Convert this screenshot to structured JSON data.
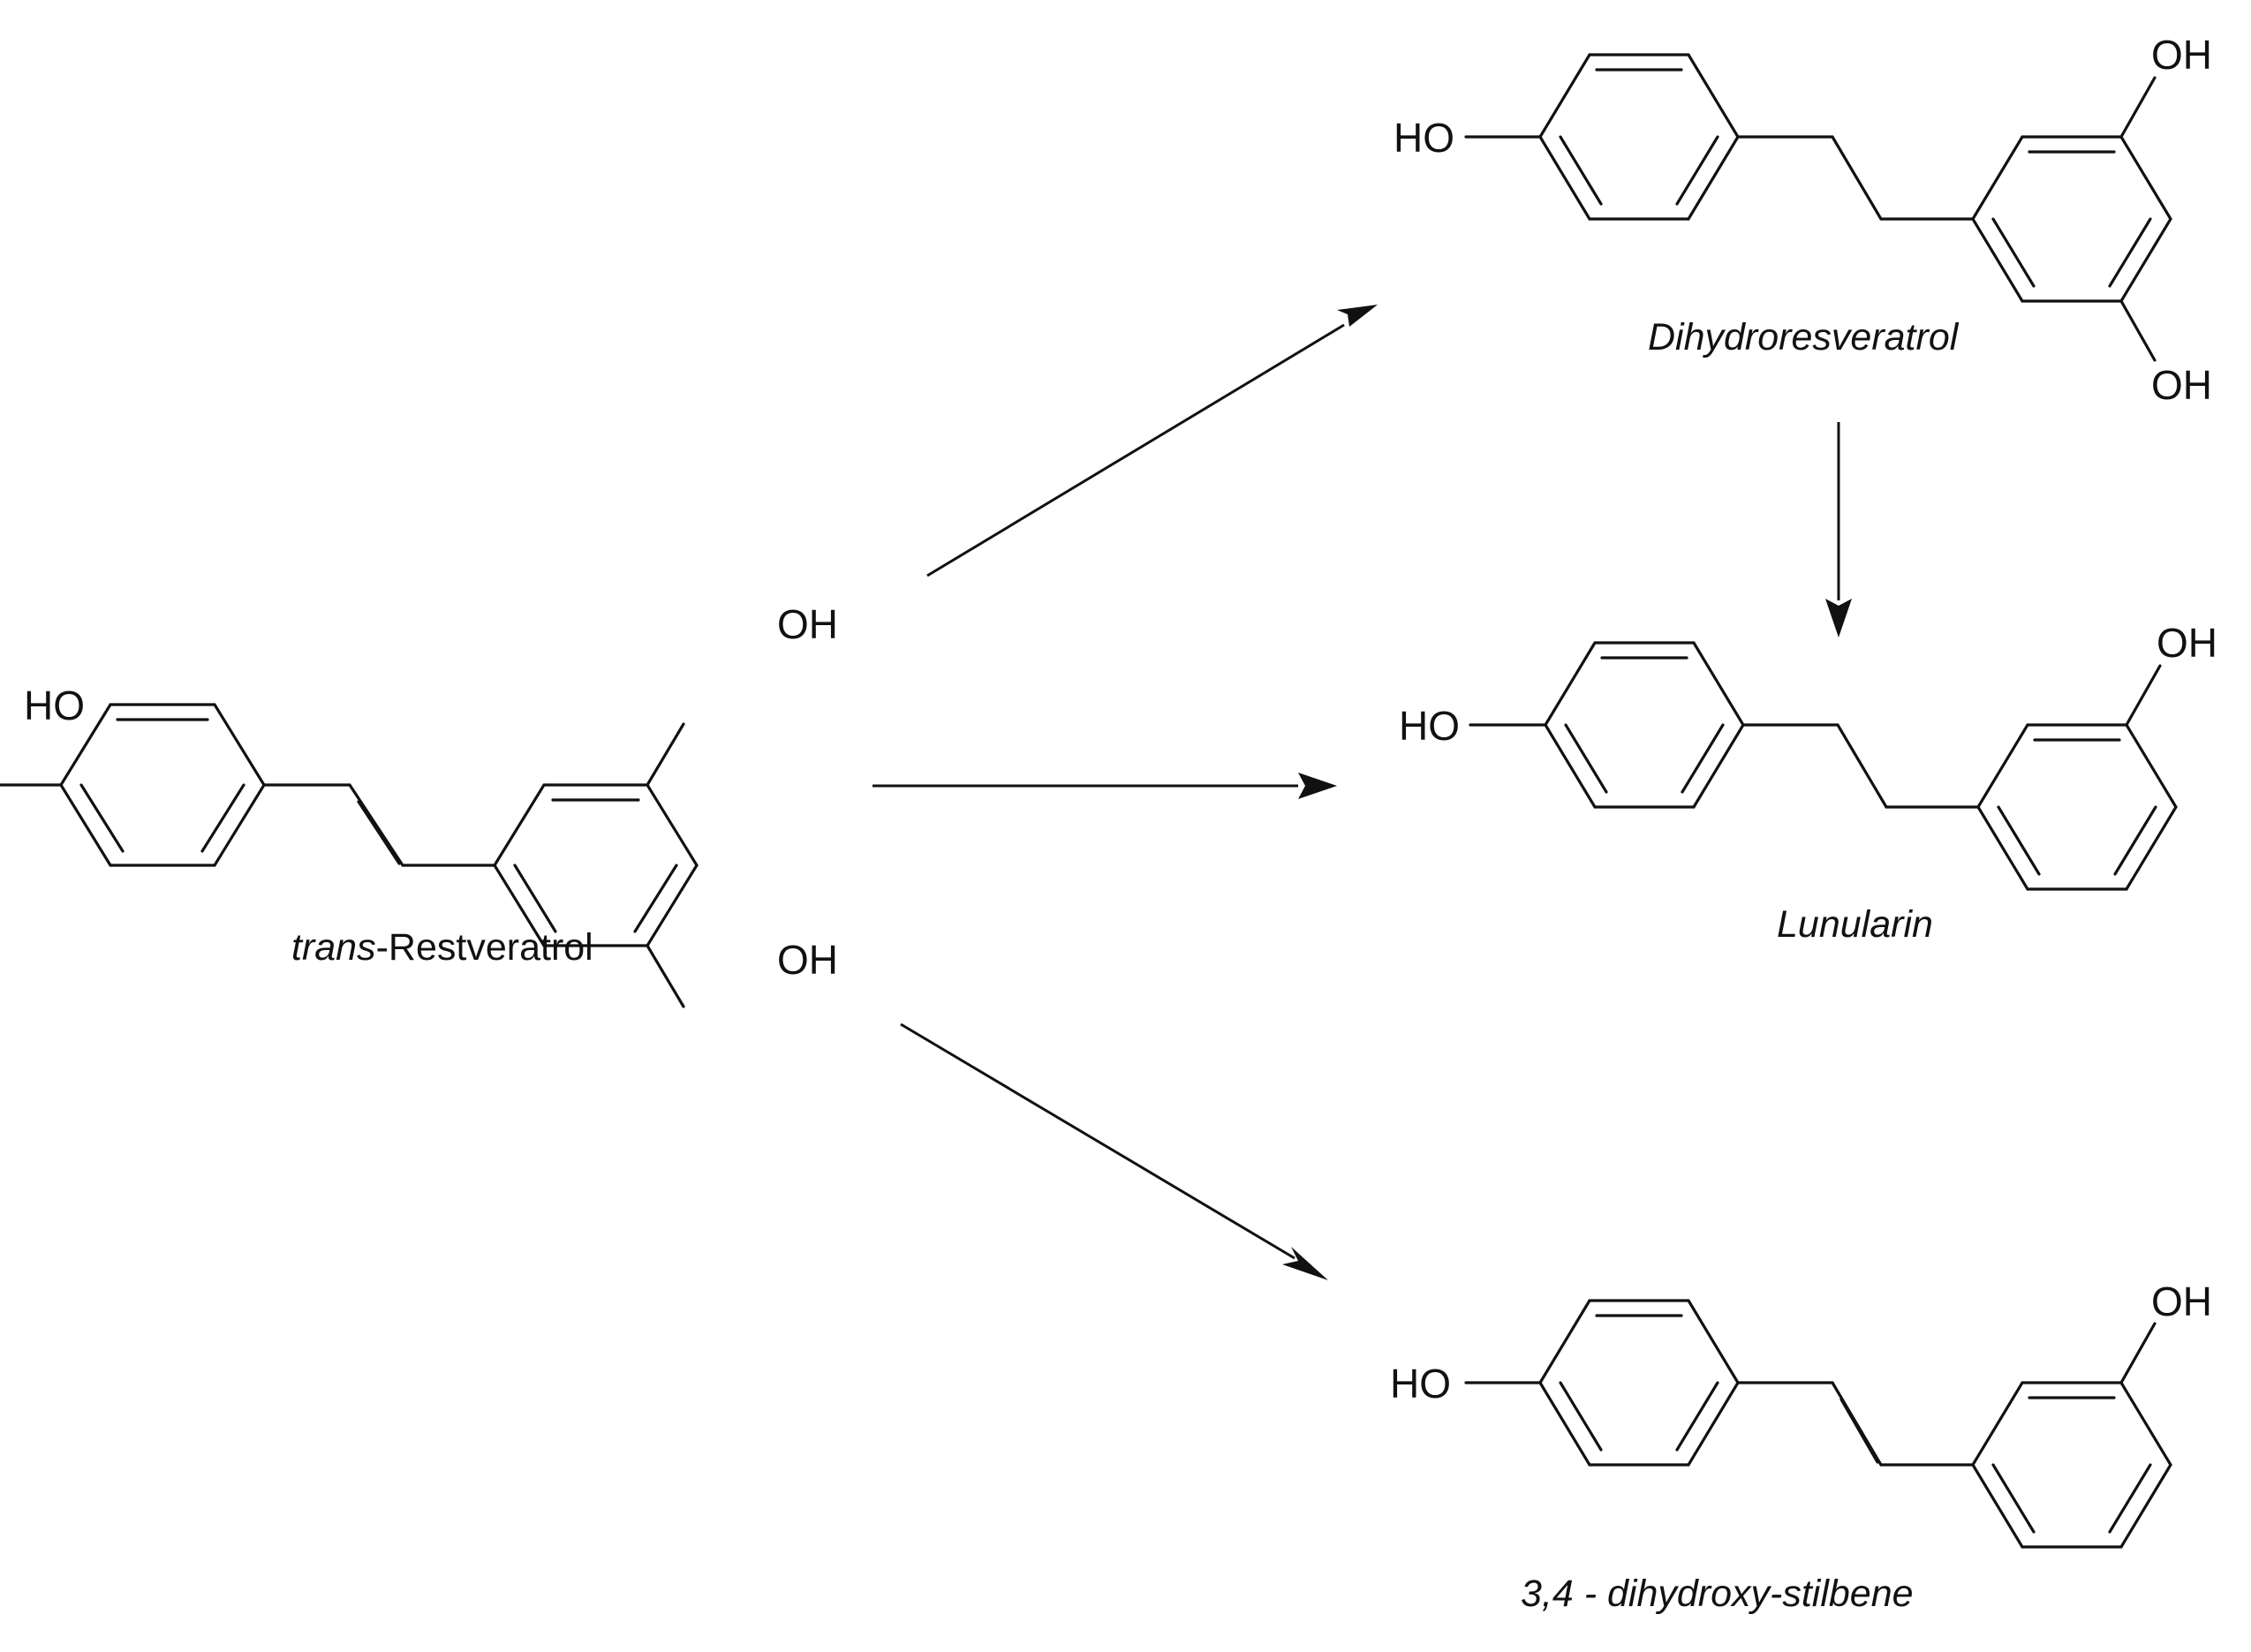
{
  "atom_labels": {
    "hydroxyl": "OH",
    "hydroxyl_left": "HO"
  },
  "compounds": [
    {
      "id": "resveratrol",
      "caption_prefix": "trans",
      "caption_rest": "-Restveratrol",
      "hydroxyl_positions": [
        "4'",
        "3",
        "5"
      ],
      "linker": "trans double bond"
    },
    {
      "id": "dihydroresveratrol",
      "caption": "Dihydroresveratrol",
      "hydroxyl_positions": [
        "4'",
        "3",
        "5"
      ],
      "linker": "single bond"
    },
    {
      "id": "lunularin",
      "caption": "Lunularin",
      "hydroxyl_positions": [
        "4'",
        "3"
      ],
      "linker": "single bond"
    },
    {
      "id": "dihydroxystilbene",
      "caption": "3,4 - dihydroxy-stilbene",
      "hydroxyl_positions": [
        "4'",
        "3"
      ],
      "linker": "trans double bond"
    }
  ],
  "arrows": [
    {
      "from": "resveratrol",
      "to": "dihydroresveratrol"
    },
    {
      "from": "resveratrol",
      "to": "lunularin"
    },
    {
      "from": "resveratrol",
      "to": "dihydroxystilbene"
    },
    {
      "from": "dihydroresveratrol",
      "to": "lunularin"
    }
  ]
}
